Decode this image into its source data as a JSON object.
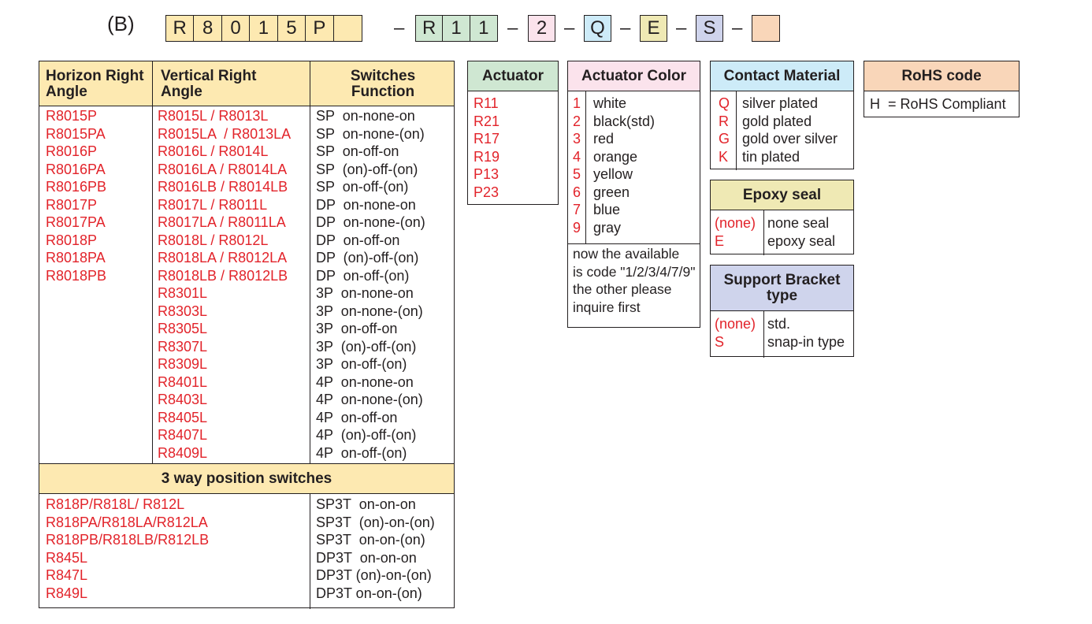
{
  "part_number": {
    "prefix_label": "(B)",
    "base": [
      "R",
      "8",
      "0",
      "1",
      "5",
      "P",
      ""
    ],
    "actuator": [
      "R",
      "1",
      "1"
    ],
    "color": "2",
    "contact": "Q",
    "epoxy": "E",
    "bracket": "S",
    "rohs": "",
    "dash": "–",
    "colors": {
      "base": "#fde9b1",
      "actuator": "#cfe7d2",
      "color": "#fbe3ec",
      "contact": "#cdebf8",
      "epoxy": "#efe9b4",
      "bracket": "#cfd4ec",
      "rohs": "#f9d6b9"
    }
  },
  "main_table": {
    "header_color": "#fde9b1",
    "col1_header": "Horizon Right\nAngle",
    "col2_header": "Vertical Right\nAngle",
    "col3_header": "Switches\nFunction",
    "horizon": [
      "R8015P",
      "R8015PA",
      "R8016P",
      "R8016PA",
      "R8016PB",
      "R8017P",
      "R8017PA",
      "R8018P",
      "R8018PA",
      "R8018PB"
    ],
    "vertical": [
      "R8015L / R8013L",
      "R8015LA  / R8013LA",
      "R8016L / R8014L",
      "R8016LA / R8014LA",
      "R8016LB / R8014LB",
      "R8017L / R8011L",
      "R8017LA / R8011LA",
      "R8018L / R8012L",
      "R8018LA / R8012LA",
      "R8018LB / R8012LB",
      "R8301L",
      "R8303L",
      "R8305L",
      "R8307L",
      "R8309L",
      "R8401L",
      "R8403L",
      "R8405L",
      "R8407L",
      "R8409L"
    ],
    "functions": [
      "SP  on-none-on",
      "SP  on-none-(on)",
      "SP  on-off-on",
      "SP  (on)-off-(on)",
      "SP  on-off-(on)",
      "DP  on-none-on",
      "DP  on-none-(on)",
      "DP  on-off-on",
      "DP  (on)-off-(on)",
      "DP  on-off-(on)",
      "3P  on-none-on",
      "3P  on-none-(on)",
      "3P  on-off-on",
      "3P  (on)-off-(on)",
      "3P  on-off-(on)",
      "4P  on-none-on",
      "4P  on-none-(on)",
      "4P  on-off-on",
      "4P  (on)-off-(on)",
      "4P  on-off-(on)"
    ],
    "three_way_header": "3 way position switches",
    "three_way_models": [
      "R818P/R818L/ R812L",
      "R818PA/R818LA/R812LA",
      "R818PB/R818LB/R812LB",
      "R845L",
      "R847L",
      "R849L"
    ],
    "three_way_functions": [
      "SP3T  on-on-on",
      "SP3T  (on)-on-(on)",
      "SP3T  on-on-(on)",
      "DP3T  on-on-on",
      "DP3T (on)-on-(on)",
      "DP3T on-on-(on)"
    ]
  },
  "actuator": {
    "title": "Actuator",
    "header_color": "#cfe7d2",
    "codes": [
      "R11",
      "R21",
      "R17",
      "R19",
      "P13",
      "P23"
    ]
  },
  "actuator_color": {
    "title": "Actuator Color",
    "header_color": "#fbe3ec",
    "codes": [
      "1",
      "2",
      "3",
      "4",
      "5",
      "6",
      "7",
      "9"
    ],
    "names": [
      "white",
      "black(std)",
      "red",
      "orange",
      "yellow",
      "green",
      "blue",
      "gray"
    ],
    "note": "now the available\nis code \"1/2/3/4/7/9\"\nthe other please\ninquire first"
  },
  "contact_material": {
    "title": "Contact Material",
    "header_color": "#cdebf8",
    "codes": [
      "Q",
      "R",
      "G",
      "K"
    ],
    "names": [
      "silver plated",
      "gold plated",
      "gold over silver",
      "tin plated"
    ]
  },
  "epoxy_seal": {
    "title": "Epoxy seal",
    "header_color": "#efe9b4",
    "codes": [
      "(none)",
      "E"
    ],
    "names": [
      "none seal",
      "epoxy seal"
    ]
  },
  "support_bracket": {
    "title": "Support Bracket\ntype",
    "header_color": "#cfd4ec",
    "codes": [
      "(none)",
      "S"
    ],
    "names": [
      "std.",
      "snap-in type"
    ]
  },
  "rohs": {
    "title": "RoHS code",
    "header_color": "#f9d6b9",
    "text": "H  = RoHS Compliant"
  }
}
